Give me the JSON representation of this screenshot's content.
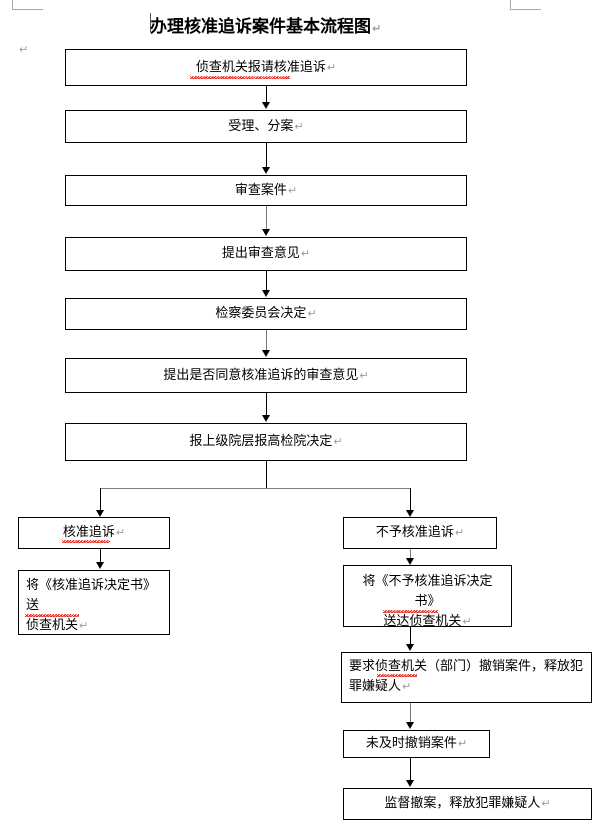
{
  "document": {
    "title": "办理核准追诉案件基本流程图",
    "pilcrow_glyph": "↵",
    "stray_marks": [
      "↵"
    ]
  },
  "colors": {
    "box_border": "#000000",
    "text": "#000000",
    "connector": "#000000",
    "connector_grey": "#7a7a7a",
    "spellcheck_underline": "#e8241b",
    "margin_mark": "#a8a8a8",
    "page_background": "#ffffff"
  },
  "flowchart": {
    "type": "process-flow",
    "main_column": [
      {
        "id": "step-1",
        "text": "侦查机关报请核准追诉",
        "align": "center"
      },
      {
        "id": "step-2",
        "text": "受理、分案",
        "align": "center"
      },
      {
        "id": "step-3",
        "text": "审查案件",
        "align": "center"
      },
      {
        "id": "step-4",
        "text": "提出审查意见",
        "align": "center"
      },
      {
        "id": "step-5",
        "text": "检察委员会决定",
        "align": "center"
      },
      {
        "id": "step-6",
        "text": "提出是否同意核准追诉的审查意见",
        "align": "center"
      },
      {
        "id": "step-7",
        "text": "报上级院层报高检院决定",
        "align": "center"
      }
    ],
    "branch_left": [
      {
        "id": "left-1",
        "text": "核准追诉",
        "align": "center"
      },
      {
        "id": "left-2",
        "line1": "将《核准追诉决定书》送",
        "line2": "侦查机关",
        "align": "left"
      }
    ],
    "branch_right": [
      {
        "id": "right-1",
        "text": "不予核准追诉",
        "align": "center"
      },
      {
        "id": "right-2",
        "line1": "将《不予核准追诉决定书》",
        "line2": "送达侦查机关",
        "align": "center"
      },
      {
        "id": "right-3",
        "line1": "要求侦查机关（部门）撤销案件，释放犯",
        "line2": "罪嫌疑人",
        "align": "left"
      },
      {
        "id": "right-4",
        "text": "未及时撤销案件",
        "align": "center"
      },
      {
        "id": "right-5",
        "text": "监督撤案，释放犯罪嫌疑人",
        "align": "center"
      }
    ]
  }
}
